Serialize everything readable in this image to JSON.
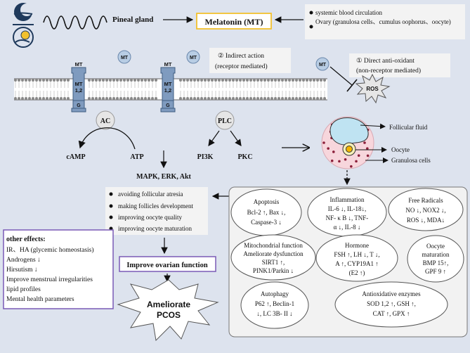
{
  "colors": {
    "background": "#dde3ee",
    "melatonin_box_border": "#f2c12e",
    "effects_box_border": "#7a5ab5",
    "receptor_fill": "#7f9bbf",
    "mt_circle_fill": "#b8cde4",
    "ros_fill": "#e8e8e8",
    "follicle_fill": "#f7d6dc",
    "oocyte_fill": "#f4d35e",
    "fluid_fill": "#bfe3f2",
    "effects_panel_fill": "#f2f2f2"
  },
  "top": {
    "pineal_gland": "Pineal gland",
    "melatonin": "Melatonin (MT)",
    "sources": [
      "systemic blood circulation",
      "Ovary (granulosa cells、cumulus oophorus、oocyte)"
    ]
  },
  "receptors": {
    "mt": "MT",
    "mt12": [
      "MT",
      "1,2"
    ],
    "g": "G",
    "free_mt": "MT"
  },
  "actions": {
    "indirect": [
      "② Indirect action",
      "(receptor mediated)"
    ],
    "direct": [
      "① Direct anti-oxidant",
      "(non-receptor mediated)"
    ],
    "ros": "ROS"
  },
  "signaling": {
    "ac": "AC",
    "plc": "PLC",
    "camp": "cAMP",
    "atp": "ATP",
    "pi3k": "PI3K",
    "pkc": "PKC",
    "mapk": "MAPK, ERK, Akt"
  },
  "follicle": {
    "fluid": "Follicular fluid",
    "oocyte": "Oocyte",
    "granulosa": "Granulosa cells"
  },
  "benefits": [
    "avoiding follicular atresia",
    "making follicles development",
    "improving oocyte quality",
    "improving oocyte maturation"
  ],
  "improve": "Improve ovarian function",
  "ameliorate": [
    "Ameliorate",
    "PCOS"
  ],
  "other_effects": {
    "title": "other effects:",
    "items": [
      "IR、HA (glycemic homeostasis)",
      "Androgens ↓",
      "Hirsutism ↓",
      "Improve menstrual irregularities",
      "lipid profiles",
      "Mental health parameters"
    ]
  },
  "effects": {
    "apoptosis": [
      "Apoptosis",
      "Bcl-2 ↑, Bax ↓,",
      "Caspase-3 ↓"
    ],
    "inflammation": [
      "Inflammation",
      "IL-6 ↓, IL-18↓,",
      "NF- κ B ↓, TNF-",
      "α ↓, IL-8 ↓"
    ],
    "free_radicals": [
      "Free Radicals",
      "NO ↓,  NOX2 ↓,",
      "ROS ↓, MDA↓"
    ],
    "mitochondrial": [
      "Mitochondrial function",
      "Ameliorate dysfunction",
      "SIRT1 ↑,",
      "PINK1/Parkin ↓"
    ],
    "hormone": [
      "Hormone",
      "FSH ↑, LH ↓, T ↓,",
      "A ↑, CYP19A1 ↑",
      "(E2 ↑)"
    ],
    "oocyte_maturation": [
      "Oocyte",
      "maturation",
      "BMP 15↑,",
      "GPF 9 ↑"
    ],
    "autophagy": [
      "Autophagy",
      "P62 ↑, Beclin-1",
      "↓, LC 3B- II ↓"
    ],
    "antioxidative": [
      "Antioxidative enzymes",
      "SOD 1,2 ↑, GSH ↑,",
      "CAT ↑, GPX ↑"
    ]
  }
}
